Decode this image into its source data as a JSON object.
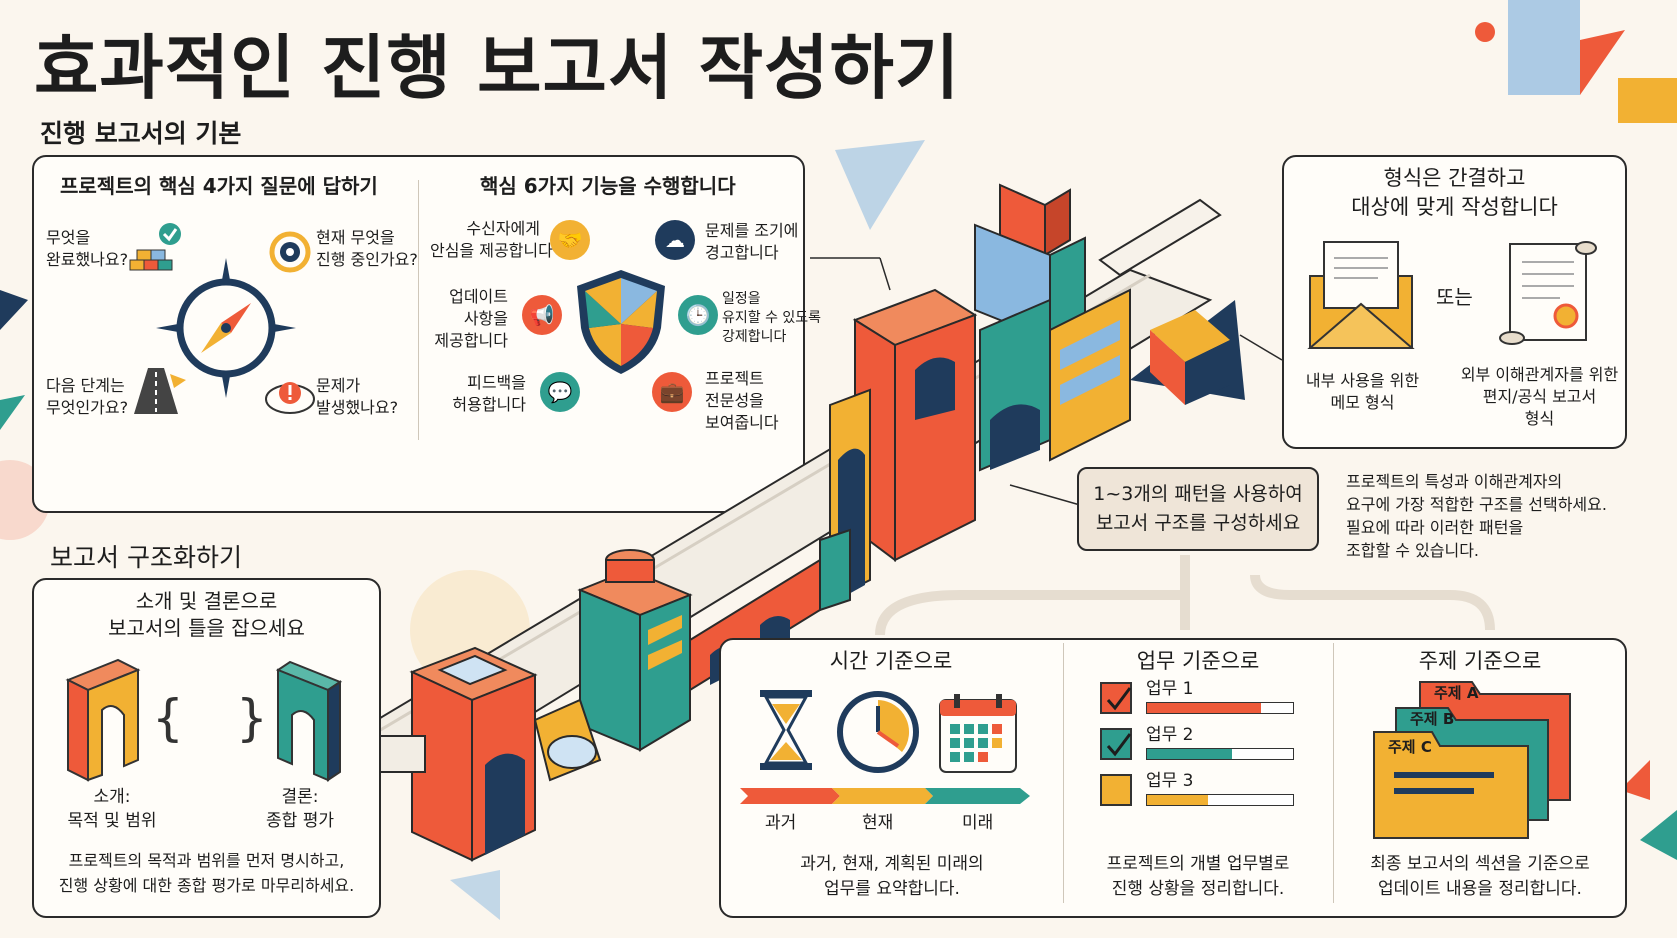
{
  "title": "효과적인 진행 보고서 작성하기",
  "basics": {
    "heading": "진행 보고서의 기본",
    "questions": {
      "heading": "프로젝트의 핵심 4가지 질문에 답하기",
      "q1": "무엇을\n완료했나요?",
      "q2": "현재 무엇을\n진행 중인가요?",
      "q3": "다음 단계는\n무엇인가요?",
      "q4": "문제가\n발생했나요?"
    },
    "functions": {
      "heading": "핵심 6가지 기능을 수행합니다",
      "f1": "수신자에게\n안심을 제공합니다",
      "f2": "문제를 조기에\n경고합니다",
      "f3": "업데이트\n사항을\n제공합니다",
      "f4": "일정을\n유지할 수 있도록\n강제합니다",
      "f5": "피드백을\n허용합니다",
      "f6": "프로젝트\n전문성을\n보여줍니다"
    }
  },
  "format": {
    "heading": "형식은 간결하고\n대상에 맞게 작성합니다",
    "or": "또는",
    "memo": "내부 사용을 위한\n메모 형식",
    "letter": "외부 이해관계자를 위한\n편지/공식 보고서\n형식"
  },
  "patterns": {
    "callout": "1~3개의 패턴을 사용하여\n보고서 구조를 구성하세요",
    "note": "프로젝트의 특성과 이해관계자의\n요구에 가장 적합한 구조를 선택하세요.\n필요에 따라 이러한 패턴을\n조합할 수 있습니다.",
    "time": {
      "heading": "시간 기준으로",
      "past": "과거",
      "present": "현재",
      "future": "미래",
      "desc": "과거, 현재, 계획된 미래의\n업무를 요약합니다."
    },
    "task": {
      "heading": "업무 기준으로",
      "items": [
        {
          "label": "업무 1",
          "progress": 0.78,
          "color": "#ee5a3a"
        },
        {
          "label": "업무 2",
          "progress": 0.58,
          "color": "#2f9e8f"
        },
        {
          "label": "업무 3",
          "progress": 0.42,
          "color": "#f2b133"
        }
      ],
      "desc": "프로젝트의 개별 업무별로\n진행 상황을 정리합니다."
    },
    "topic": {
      "heading": "주제 기준으로",
      "a": "주제 A",
      "b": "주제 B",
      "c": "주제 C",
      "desc": "최종 보고서의 섹션을 기준으로\n업데이트 내용을 정리합니다."
    }
  },
  "structure": {
    "heading": "보고서 구조화하기",
    "frame": {
      "heading": "소개 및 결론으로\n보고서의 틀을 잡으세요",
      "intro": "소개:\n목적 및 범위",
      "conclusion": "결론:\n종합 평가",
      "desc": "프로젝트의 목적과 범위를 먼저 명시하고,\n진행 상황에 대한 종합 평가로 마무리하세요."
    }
  },
  "colors": {
    "orange": "#ee5a3a",
    "yellow": "#f2b133",
    "teal": "#2f9e8f",
    "navy": "#1f3b5c",
    "blue": "#8ab8e0"
  }
}
